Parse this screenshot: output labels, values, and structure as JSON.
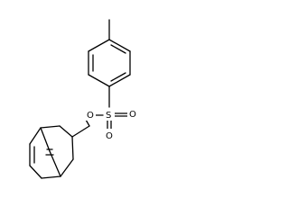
{
  "structure": {
    "atoms": {
      "sulfur": "S",
      "ester_oxygen": "O",
      "sulfonyl_oxygen_top": "O",
      "sulfonyl_oxygen_bottom": "O"
    },
    "colors": {
      "bond": "#000000",
      "background": "#ffffff"
    }
  }
}
